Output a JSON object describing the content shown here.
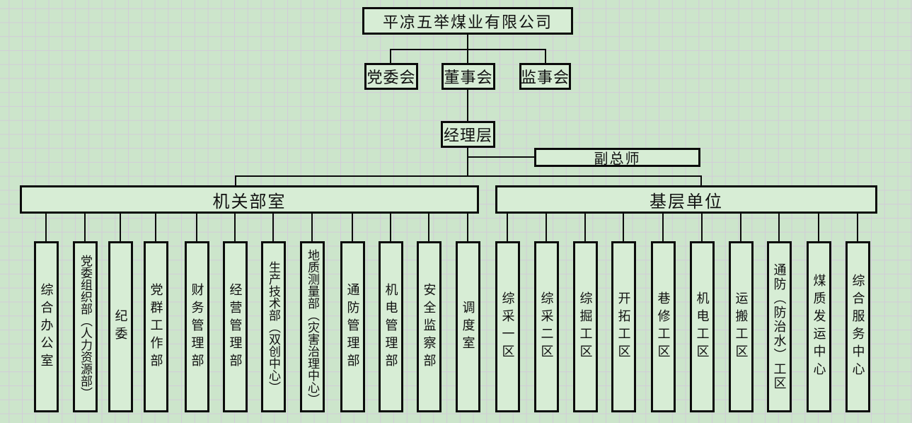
{
  "diagram": {
    "title": "平凉五举煤业有限公司",
    "governance": {
      "party_committee": "党委会",
      "board_of_directors": "董事会",
      "supervisory_board": "监事会"
    },
    "management_layer": "经理层",
    "deputy_chief_engineer": "副总师",
    "left_section": {
      "title": "机关部室",
      "departments": [
        "综合办公室",
        "党委组织部（人力资源部）",
        "纪委",
        "党群工作部",
        "财务管理部",
        "经营管理部",
        "生产技术部（双创中心）",
        "地质测量部（灾害治理中心）",
        "通防管理部",
        "机电管理部",
        "安全监察部",
        "调度室"
      ]
    },
    "right_section": {
      "title": "基层单位",
      "units": [
        "综采一区",
        "综采二区",
        "综掘工区",
        "开拓工区",
        "巷修工区",
        "机电工区",
        "运搬工区",
        "通防（防治水）工区",
        "煤质发运中心",
        "综合服务中心"
      ]
    },
    "colors": {
      "background": "#cce5cb",
      "grid_line": "#d2ccd8",
      "box_fill": "#d7edd5",
      "box_border": "#0b0b0b",
      "text": "#111111"
    }
  }
}
